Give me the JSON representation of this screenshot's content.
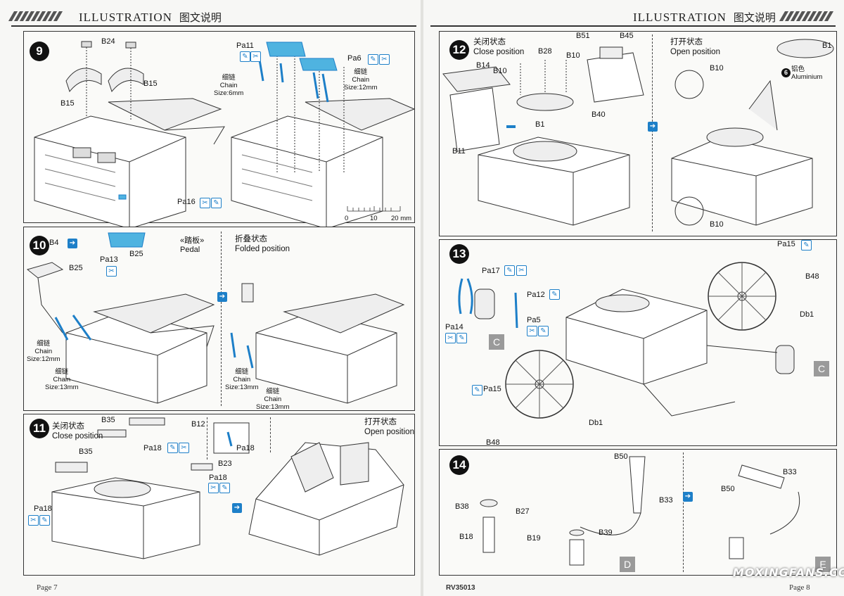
{
  "header": {
    "title": "ILLUSTRATION",
    "title_cn": "图文说明"
  },
  "footer": {
    "left_page": "Page",
    "left_num": "7",
    "right_page": "Page",
    "right_num": "8",
    "code": "RV35013"
  },
  "watermark": "MOXINGFANS.COM",
  "steps": {
    "s9": {
      "num": "9",
      "labels": {
        "b24": "B24",
        "b15a": "B15",
        "b15b": "B15",
        "pa11": "Pa11",
        "pa6": "Pa6",
        "pa16": "Pa16",
        "chain_cn1": "细链",
        "chain_en1": "Chain",
        "chain_size1": "Size:6mm",
        "chain_cn2": "细链",
        "chain_en2": "Chain",
        "chain_size2": "Size:12mm"
      },
      "scale": {
        "s0": "0",
        "s10": "10",
        "s20": "20 mm"
      }
    },
    "s10": {
      "num": "10",
      "labels": {
        "b4": "B4",
        "b25a": "B25",
        "pa13": "Pa13",
        "b25b": "B25",
        "pedal_cn": "«踏板»",
        "pedal_en": "Pedal",
        "folded_cn": "折叠状态",
        "folded_en": "Folded position",
        "c1_cn": "细链",
        "c1_en": "Chain",
        "c1_size": "Size:12mm",
        "c2_cn": "细链",
        "c2_en": "Chain",
        "c2_size": "Size:13mm",
        "c3_cn": "细链",
        "c3_en": "Chain",
        "c3_size": "Size:13mm",
        "c4_cn": "细链",
        "c4_en": "Chain",
        "c4_size": "Size:13mm"
      }
    },
    "s11": {
      "num": "11",
      "labels": {
        "close_cn": "关闭状态",
        "close_en": "Close position",
        "b35a": "B35",
        "b12": "B12",
        "pa18a": "Pa18",
        "b35b": "B35",
        "pa18b": "Pa18",
        "b23": "B23",
        "pa18c": "Pa18",
        "pa18d": "Pa18",
        "open_cn": "打开状态",
        "open_en": "Open position"
      }
    },
    "s12": {
      "num": "12",
      "labels": {
        "close_cn": "关闭状态",
        "close_en": "Close position",
        "b51": "B51",
        "b45": "B45",
        "b14": "B14",
        "b28": "B28",
        "b10a": "B10",
        "b10b": "B10",
        "b1a": "B1",
        "b40": "B40",
        "b11": "B11",
        "open_cn": "打开状态",
        "open_en": "Open position",
        "b1b": "B1",
        "b10c": "B10",
        "b10d": "B10",
        "alu_cn": "铝色",
        "alu_en": "Aluminium",
        "alu_num": "6"
      }
    },
    "s13": {
      "num": "13",
      "labels": {
        "pa17": "Pa17",
        "pa12": "Pa12",
        "pa5": "Pa5",
        "pa14": "Pa14",
        "c1": "C",
        "c2": "C",
        "pa15a": "Pa15",
        "b48a": "B48",
        "db1a": "Db1",
        "pa15b": "Pa15",
        "b48b": "B48",
        "db1b": "Db1"
      }
    },
    "s14": {
      "num": "14",
      "labels": {
        "b50a": "B50",
        "b33a": "B33",
        "b38": "B38",
        "b27": "B27",
        "b18": "B18",
        "b19": "B19",
        "b39": "B39",
        "d": "D",
        "b33b": "B33",
        "b50b": "B50",
        "e": "E"
      }
    }
  },
  "icons": {
    "glue": "glue-icon",
    "cut": "cut-icon",
    "flip": "flip-arrow-icon"
  }
}
